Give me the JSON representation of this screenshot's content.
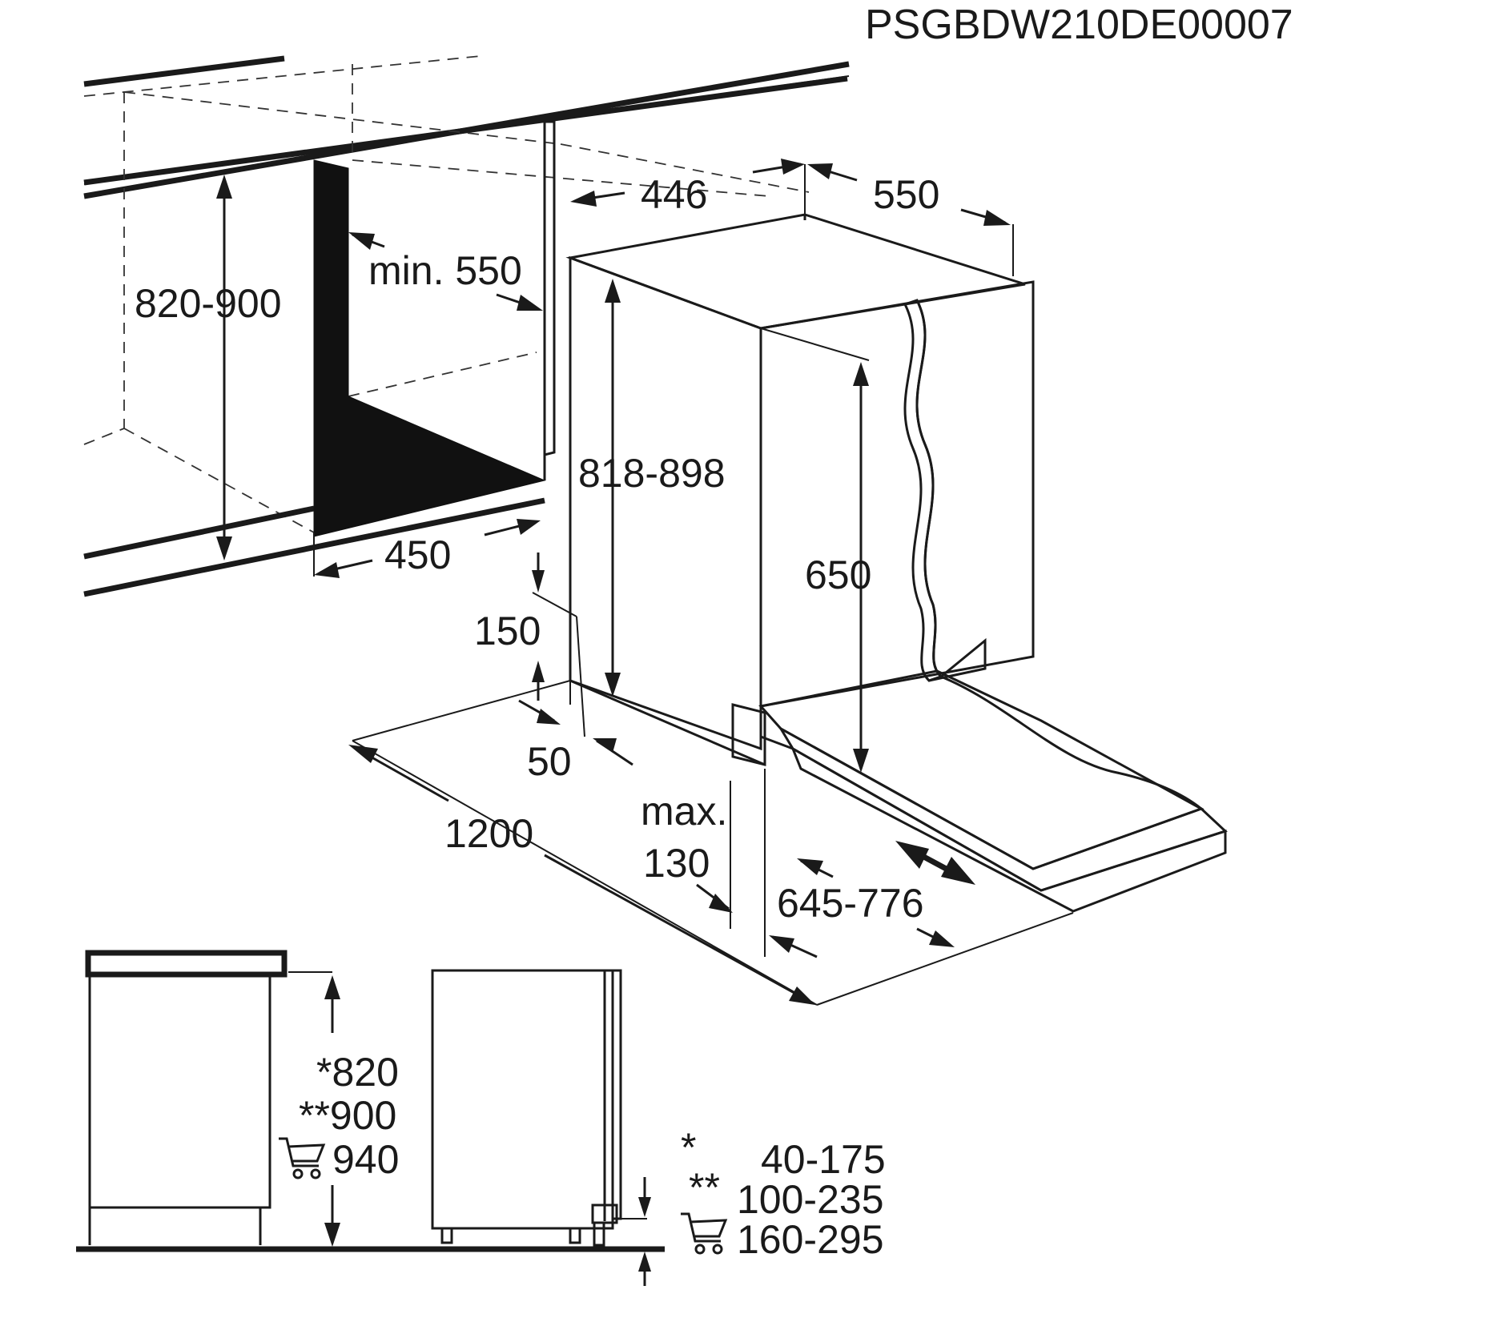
{
  "document_code": "PSGBDW210DE00007",
  "dimensions": {
    "width_top": "446",
    "depth_top": "550",
    "niche_height": "820-900",
    "niche_min_depth": "min. 550",
    "niche_width": "450",
    "appliance_height": "818-898",
    "door_height": "650",
    "plinth_height": "150",
    "plinth_gap": "50",
    "open_door_depth": "1200",
    "max_label": "max.",
    "max_value": "130",
    "door_adjust": "645-776"
  },
  "worktop_heights": {
    "star1": "*820",
    "star2": "**900",
    "cart": "940"
  },
  "plinth_ranges": [
    {
      "mark": "*",
      "value": "40-175"
    },
    {
      "mark": "**",
      "value": "100-235"
    },
    {
      "mark": "cart",
      "value": "160-295"
    }
  ],
  "icons": {
    "cart": "shopping-cart-icon"
  }
}
